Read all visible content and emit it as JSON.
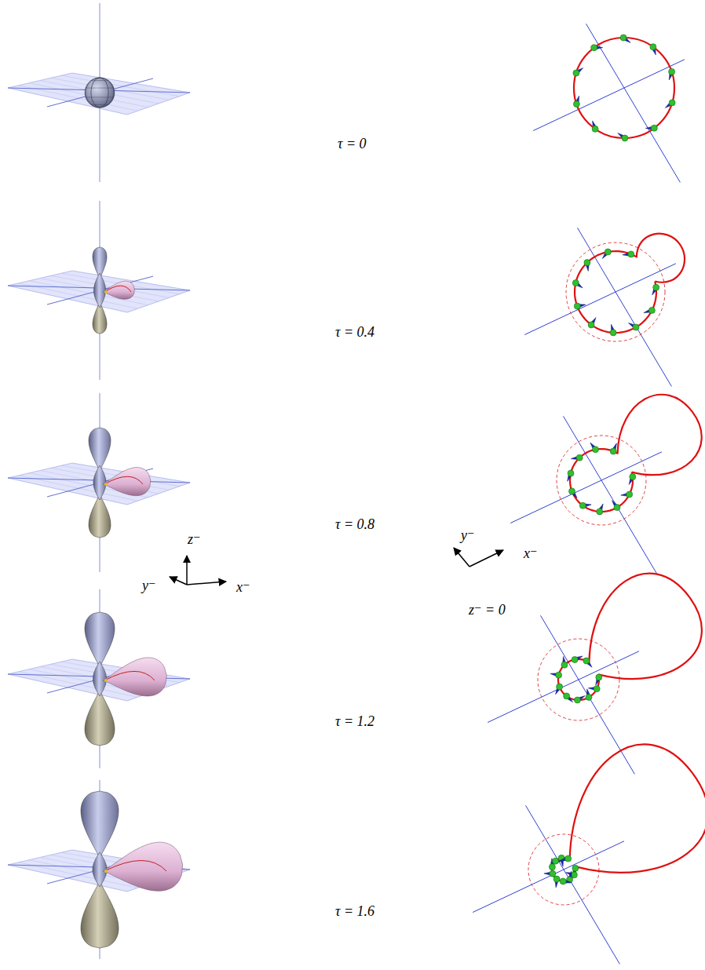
{
  "diagram": {
    "labels": [
      "τ = 0",
      "τ = 0.4",
      "τ = 0.8",
      "z⁻",
      "y⁻",
      "x⁻",
      "y⁻",
      "x⁻",
      "z⁻ = 0",
      "τ = 1.2",
      "τ = 1.6"
    ]
  }
}
